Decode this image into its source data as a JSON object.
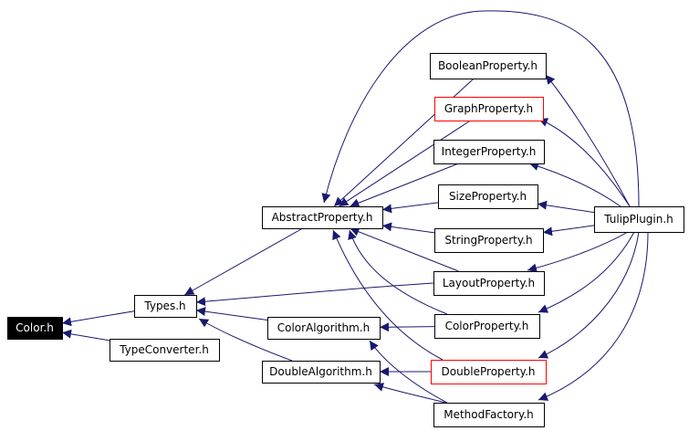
{
  "nodes": [
    {
      "id": "color",
      "label": "Color.h",
      "style": "selected"
    },
    {
      "id": "types",
      "label": "Types.h",
      "style": "normal"
    },
    {
      "id": "typeconverter",
      "label": "TypeConverter.h",
      "style": "normal"
    },
    {
      "id": "abstractproperty",
      "label": "AbstractProperty.h",
      "style": "normal"
    },
    {
      "id": "coloralgorithm",
      "label": "ColorAlgorithm.h",
      "style": "normal"
    },
    {
      "id": "doublealgorithm",
      "label": "DoubleAlgorithm.h",
      "style": "normal"
    },
    {
      "id": "booleanproperty",
      "label": "BooleanProperty.h",
      "style": "normal"
    },
    {
      "id": "graphproperty",
      "label": "GraphProperty.h",
      "style": "red"
    },
    {
      "id": "integerproperty",
      "label": "IntegerProperty.h",
      "style": "normal"
    },
    {
      "id": "sizeproperty",
      "label": "SizeProperty.h",
      "style": "normal"
    },
    {
      "id": "stringproperty",
      "label": "StringProperty.h",
      "style": "normal"
    },
    {
      "id": "layoutproperty",
      "label": "LayoutProperty.h",
      "style": "normal"
    },
    {
      "id": "colorproperty",
      "label": "ColorProperty.h",
      "style": "normal"
    },
    {
      "id": "doubleproperty",
      "label": "DoubleProperty.h",
      "style": "red"
    },
    {
      "id": "methodfactory",
      "label": "MethodFactory.h",
      "style": "normal"
    },
    {
      "id": "tulipplugin",
      "label": "TulipPlugin.h",
      "style": "normal"
    }
  ],
  "edges": [
    {
      "from": "types",
      "to": "color"
    },
    {
      "from": "typeconverter",
      "to": "color"
    },
    {
      "from": "abstractproperty",
      "to": "types"
    },
    {
      "from": "coloralgorithm",
      "to": "types"
    },
    {
      "from": "doublealgorithm",
      "to": "types"
    },
    {
      "from": "layoutproperty",
      "to": "types"
    },
    {
      "from": "booleanproperty",
      "to": "abstractproperty"
    },
    {
      "from": "graphproperty",
      "to": "abstractproperty"
    },
    {
      "from": "integerproperty",
      "to": "abstractproperty"
    },
    {
      "from": "sizeproperty",
      "to": "abstractproperty"
    },
    {
      "from": "stringproperty",
      "to": "abstractproperty"
    },
    {
      "from": "layoutproperty",
      "to": "abstractproperty"
    },
    {
      "from": "colorproperty",
      "to": "abstractproperty"
    },
    {
      "from": "doubleproperty",
      "to": "abstractproperty"
    },
    {
      "from": "tulipplugin",
      "to": "abstractproperty"
    },
    {
      "from": "colorproperty",
      "to": "coloralgorithm"
    },
    {
      "from": "methodfactory",
      "to": "coloralgorithm"
    },
    {
      "from": "doubleproperty",
      "to": "doublealgorithm"
    },
    {
      "from": "methodfactory",
      "to": "doublealgorithm"
    },
    {
      "from": "tulipplugin",
      "to": "booleanproperty"
    },
    {
      "from": "tulipplugin",
      "to": "graphproperty"
    },
    {
      "from": "tulipplugin",
      "to": "integerproperty"
    },
    {
      "from": "tulipplugin",
      "to": "sizeproperty"
    },
    {
      "from": "tulipplugin",
      "to": "stringproperty"
    },
    {
      "from": "tulipplugin",
      "to": "layoutproperty"
    },
    {
      "from": "tulipplugin",
      "to": "colorproperty"
    },
    {
      "from": "tulipplugin",
      "to": "doubleproperty"
    },
    {
      "from": "tulipplugin",
      "to": "methodfactory"
    }
  ],
  "colors": {
    "edge": "#191970",
    "node_border": "#000000",
    "node_fill": "#ffffff",
    "selected_fill": "#000000",
    "selected_text": "#ffffff",
    "red_border": "#ff0000"
  }
}
